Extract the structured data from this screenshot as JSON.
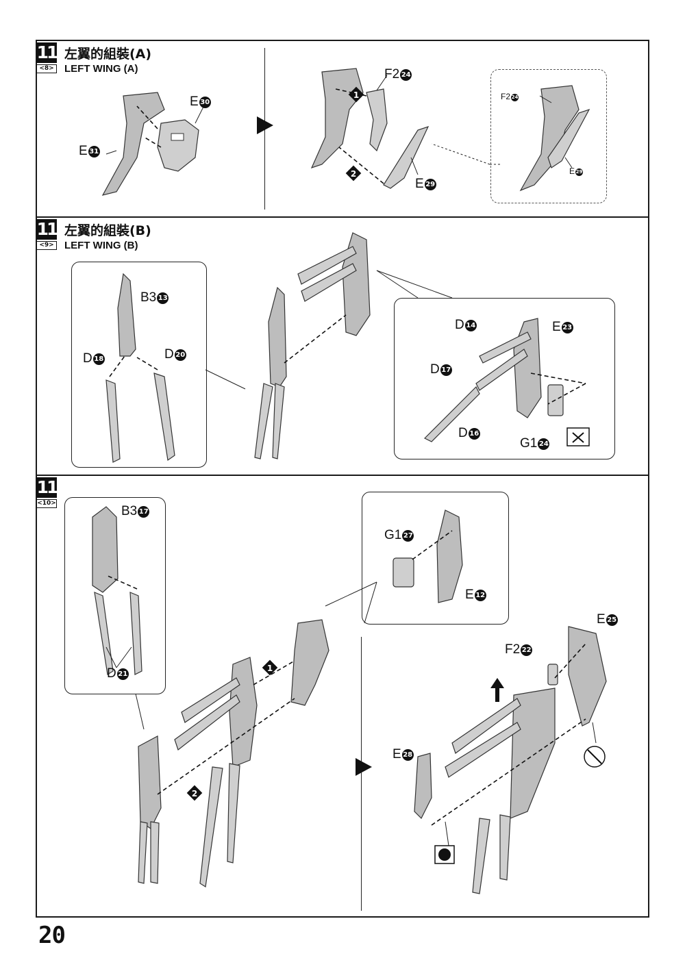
{
  "sections": [
    {
      "step": "11",
      "page_ref": "<8>",
      "title_jp": "左翼的組裝(A)",
      "title_en": "LEFT WING (A)",
      "labels": {
        "e30": {
          "part": "E",
          "num": "30"
        },
        "e31": {
          "part": "E",
          "num": "31"
        },
        "f224": {
          "part": "F2",
          "num": "24"
        },
        "e29": {
          "part": "E",
          "num": "29"
        },
        "f224_small": {
          "part": "F2",
          "num": "24"
        },
        "e29_small": {
          "part": "E",
          "num": "29"
        }
      },
      "order_marks": [
        "1",
        "2"
      ]
    },
    {
      "step": "11",
      "page_ref": "<9>",
      "title_jp": "左翼的組裝(B)",
      "title_en": "LEFT WING (B)",
      "labels": {
        "b313": {
          "part": "B3",
          "num": "13"
        },
        "d18": {
          "part": "D",
          "num": "18"
        },
        "d20": {
          "part": "D",
          "num": "20"
        },
        "d14": {
          "part": "D",
          "num": "14"
        },
        "e23": {
          "part": "E",
          "num": "23"
        },
        "d17": {
          "part": "D",
          "num": "17"
        },
        "d16": {
          "part": "D",
          "num": "16"
        },
        "g124": {
          "part": "G1",
          "num": "24"
        }
      }
    },
    {
      "step": "11",
      "page_ref": "<10>",
      "labels": {
        "b317": {
          "part": "B3",
          "num": "17"
        },
        "d21": {
          "part": "D",
          "num": "21"
        },
        "g127": {
          "part": "G1",
          "num": "27"
        },
        "e12": {
          "part": "E",
          "num": "12"
        },
        "e25": {
          "part": "E",
          "num": "25"
        },
        "f222": {
          "part": "F2",
          "num": "22"
        },
        "e28": {
          "part": "E",
          "num": "28"
        }
      },
      "order_marks": [
        "1",
        "2"
      ]
    }
  ],
  "page_number": "20"
}
